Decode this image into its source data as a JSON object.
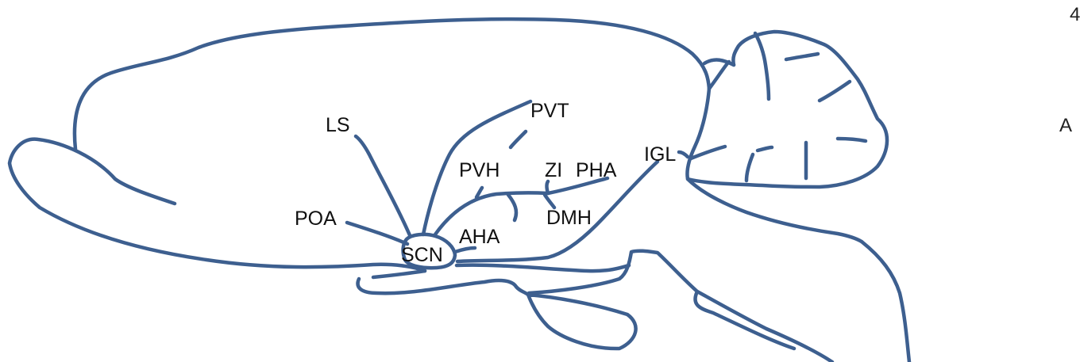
{
  "diagram": {
    "stroke_color": "#3d5f8f",
    "label_color": "#111111",
    "labels": {
      "ls": "LS",
      "pvt": "PVT",
      "pvh": "PVH",
      "zi": "ZI",
      "pha": "PHA",
      "igl": "IGL",
      "poa": "POA",
      "dmh": "DMH",
      "aha": "AHA",
      "scn": "SCN"
    },
    "corner_marks": {
      "top": "4",
      "side": "A"
    }
  }
}
